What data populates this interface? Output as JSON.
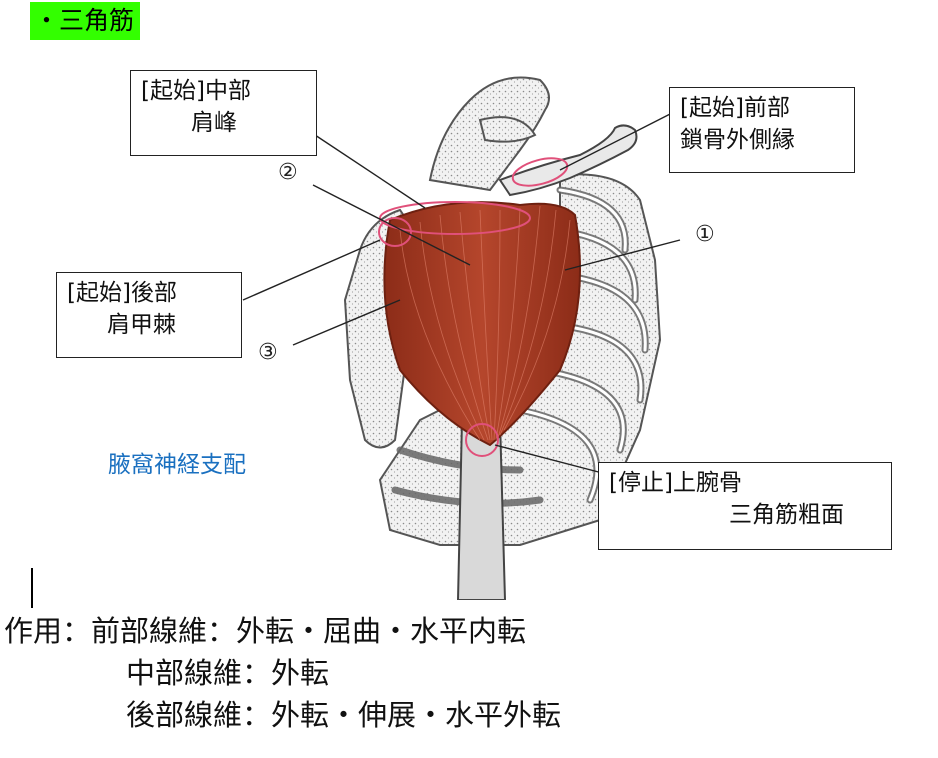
{
  "title": "・三角筋",
  "labels": {
    "middle_origin": {
      "head": "[起始]中部",
      "site": "肩峰"
    },
    "anterior_origin": {
      "head": "[起始]前部",
      "site": "鎖骨外側縁"
    },
    "posterior_origin": {
      "head": "[起始]後部",
      "site": "肩甲棘"
    },
    "insertion": {
      "head": "[停止]上腕骨",
      "site": "三角筋粗面"
    }
  },
  "markers": {
    "one": "①",
    "two": "②",
    "three": "③"
  },
  "nerve": "腋窩神経支配",
  "action": {
    "prefix": "作用：",
    "anterior": "前部線維：外転・屈曲・水平内転",
    "middle": "中部線維：外転",
    "posterior": "後部線維：外転・伸展・水平外転"
  },
  "colors": {
    "title_highlight": "#33ff00",
    "muscle": "#a63a24",
    "nerve_text": "#1a70c0",
    "origin_circle": "#e0507a"
  }
}
